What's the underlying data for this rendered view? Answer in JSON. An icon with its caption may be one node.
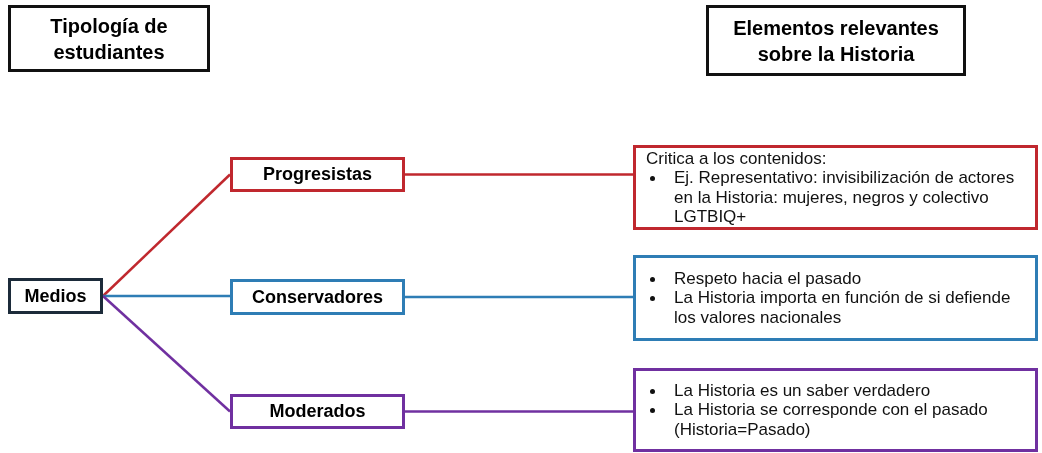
{
  "diagram": {
    "nodes": [
      {
        "text": [
          "Tipología de estudiantes"
        ]
      },
      {
        "text": [
          "Elementos relevantes sobre la Historia"
        ]
      },
      {
        "text": [
          "Medios"
        ]
      },
      {
        "text": [
          "Progresistas"
        ]
      },
      {
        "text": [
          "Conservadores"
        ]
      },
      {
        "text": [
          "Moderados"
        ]
      },
      {
        "text": [
          "Critica a los contenidos:",
          "Ej. Representativo: invisibilización de actores en la Historia: mujeres, negros y colectivo LGTBIQ+"
        ]
      },
      {
        "text": [
          "Respeto hacia el pasado",
          "La Historia importa en función de si defiende los valores nacionales"
        ]
      },
      {
        "text": [
          "La Historia es un saber verdadero",
          "La Historia se corresponde con el pasado (Historia=Pasado)"
        ]
      }
    ],
    "edges": [
      {
        "from": 2,
        "to": 3,
        "arrow": "none",
        "color": "#c0282e"
      },
      {
        "from": 2,
        "to": 4,
        "arrow": "none",
        "color": "#2e7db5"
      },
      {
        "from": 2,
        "to": 5,
        "arrow": "none",
        "color": "#7030a0"
      },
      {
        "from": 3,
        "to": 6,
        "arrow": "none",
        "color": "#c0282e"
      },
      {
        "from": 4,
        "to": 7,
        "arrow": "none",
        "color": "#2e7db5"
      },
      {
        "from": 5,
        "to": 8,
        "arrow": "none",
        "color": "#7030a0"
      }
    ]
  }
}
